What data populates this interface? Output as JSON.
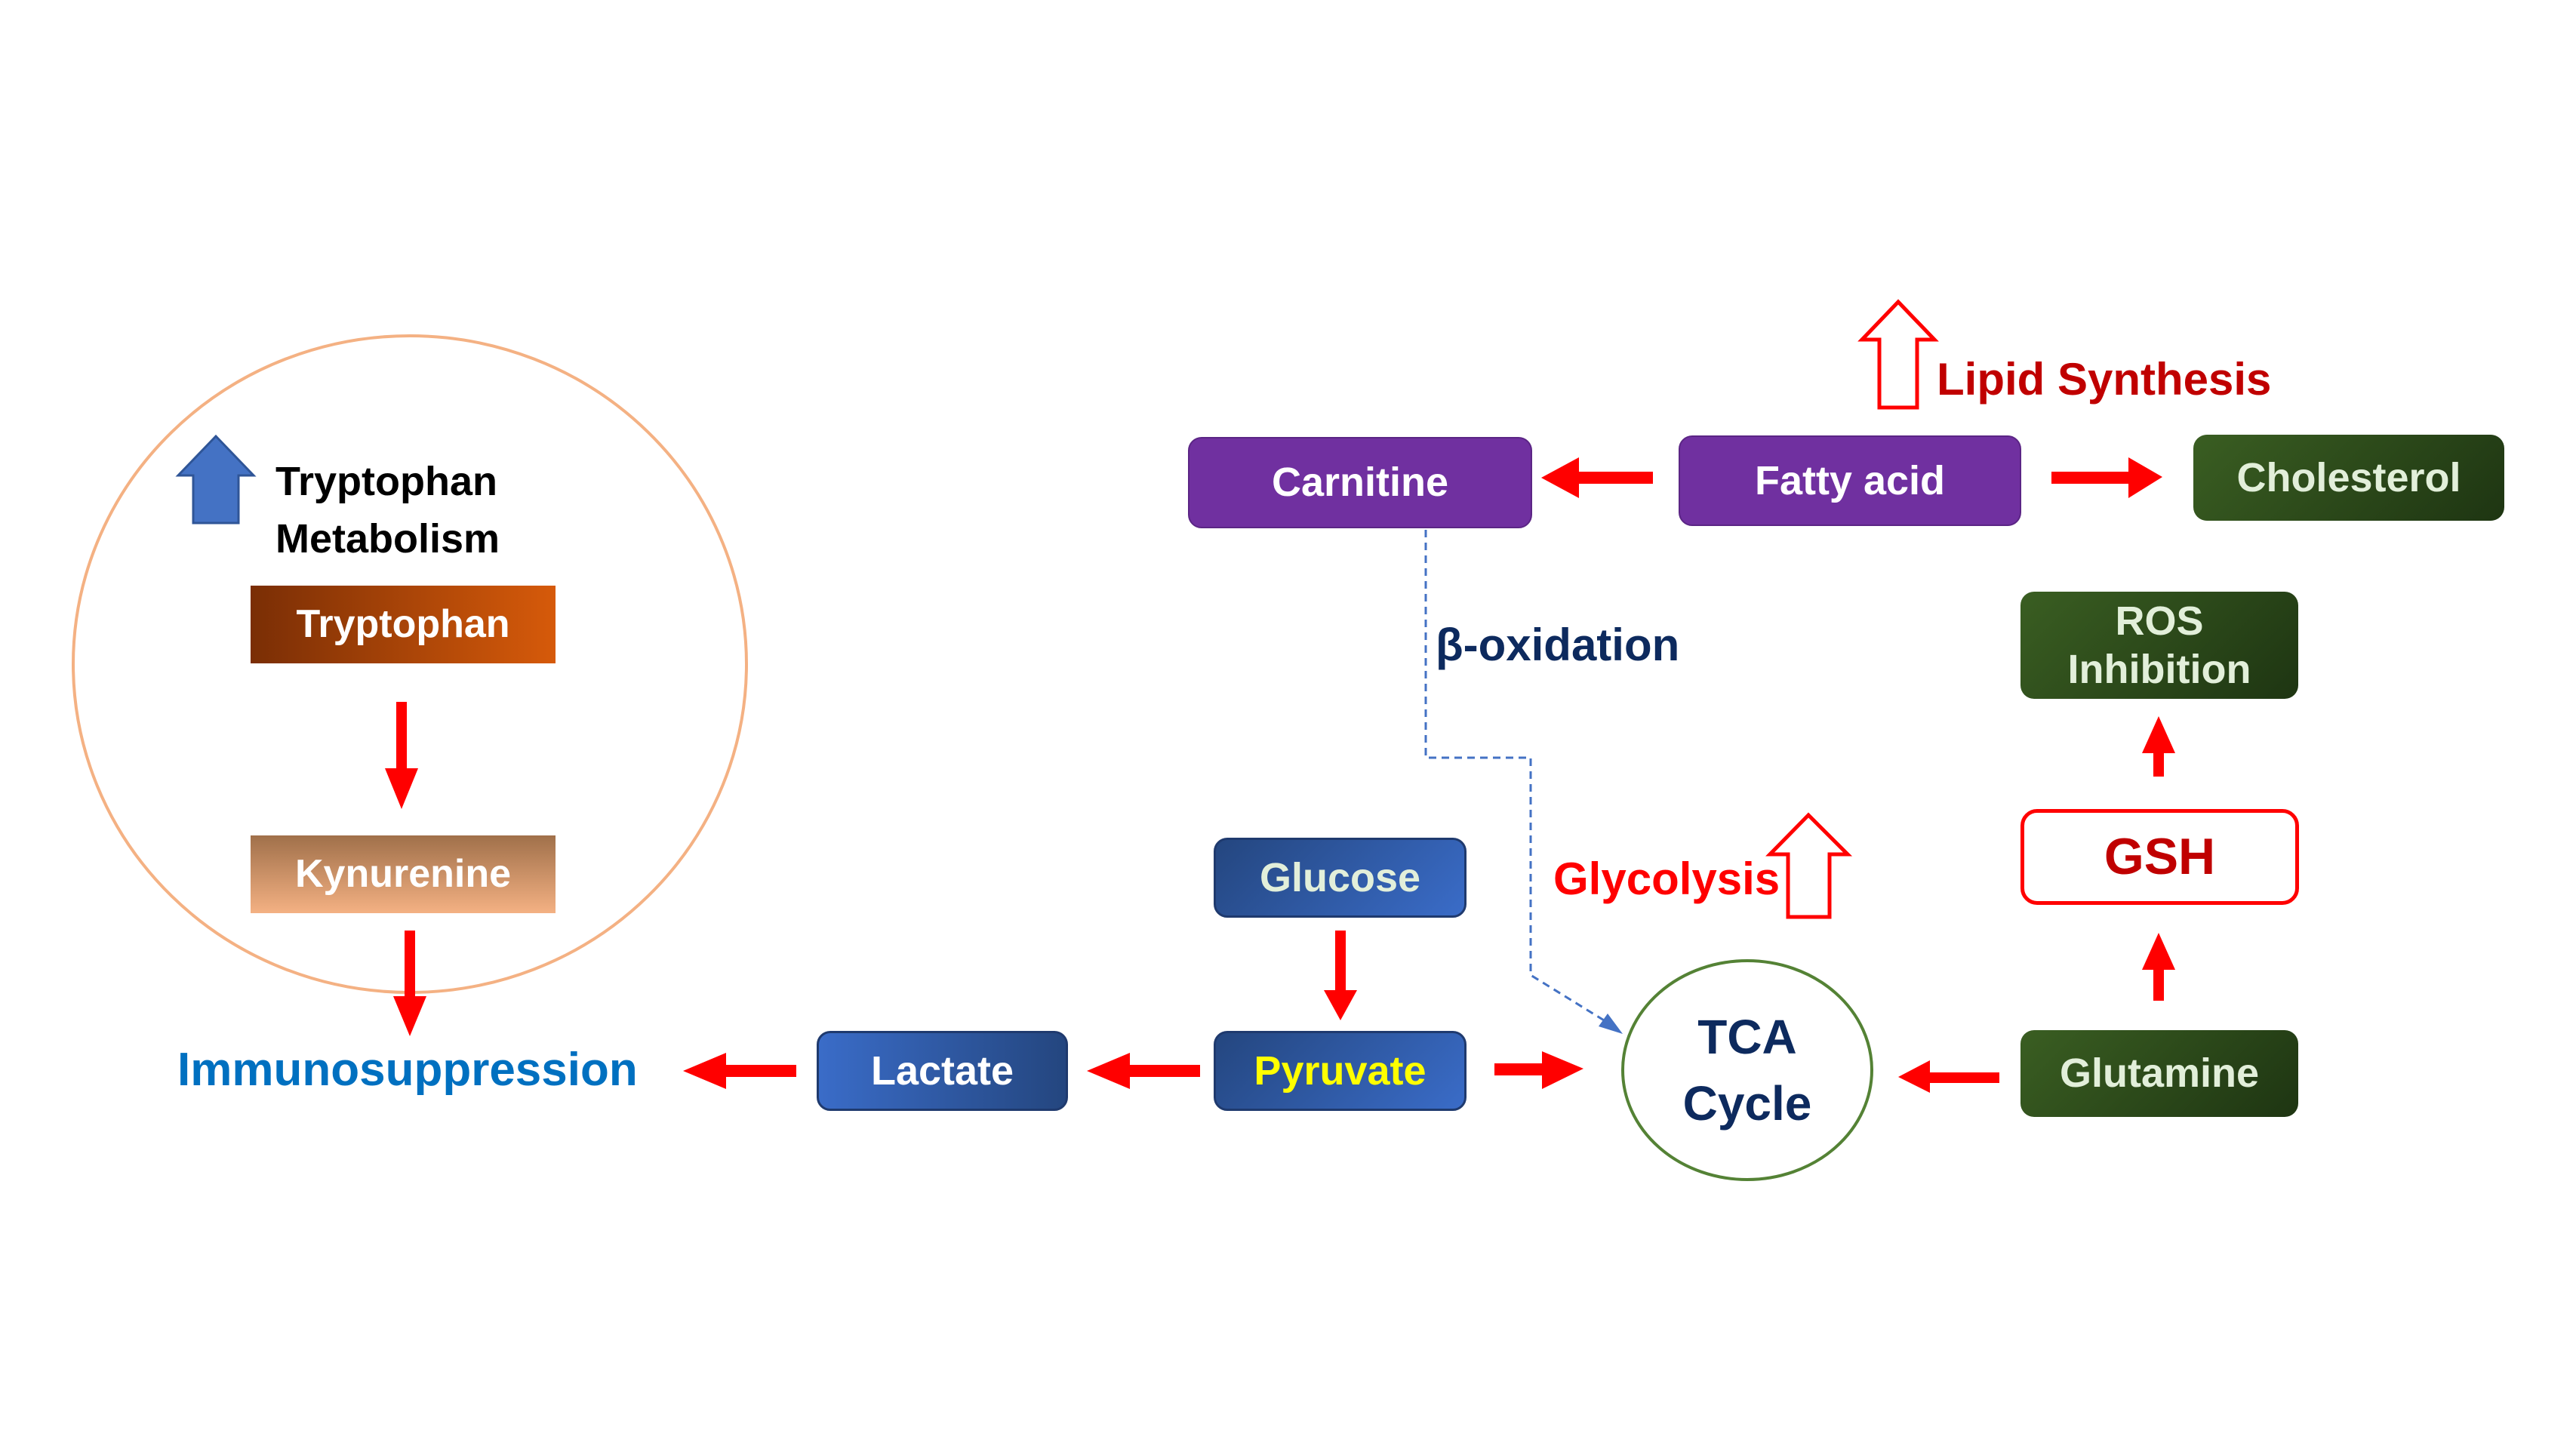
{
  "title": "Tumor metabolic pathways diagram",
  "colors": {
    "arrow_red": "#ff0000",
    "dark_red": "#c00000",
    "navy": "#0d2a5e",
    "immuno_blue": "#0070c0",
    "purple": "#7030a0",
    "green_dark": "#2f5020",
    "blue_box": "#2f5597",
    "pyruvate_yellow": "#ffff00",
    "circle_orange": "#f4b183",
    "tca_green": "#548235",
    "up_arrow_blue": "#4472c4"
  },
  "tryptophan_panel": {
    "heading_line1": "Tryptophan",
    "heading_line2": "Metabolism",
    "heading_icon": "up-arrow-icon",
    "tryptophan": "Tryptophan",
    "kynurenine": "Kynurenine"
  },
  "immunosuppression": "Immunosuppression",
  "nodes": {
    "lactate": "Lactate",
    "pyruvate": "Pyruvate",
    "glucose": "Glucose",
    "tca_line1": "TCA",
    "tca_line2": "Cycle",
    "glutamine": "Glutamine",
    "gsh": "GSH",
    "ros_line1": "ROS",
    "ros_line2": "Inhibition",
    "carnitine": "Carnitine",
    "fatty_acid": "Fatty acid",
    "cholesterol": "Cholesterol"
  },
  "labels": {
    "beta_oxidation": "β-oxidation",
    "glycolysis": "Glycolysis",
    "lipid_synthesis": "Lipid Synthesis"
  }
}
